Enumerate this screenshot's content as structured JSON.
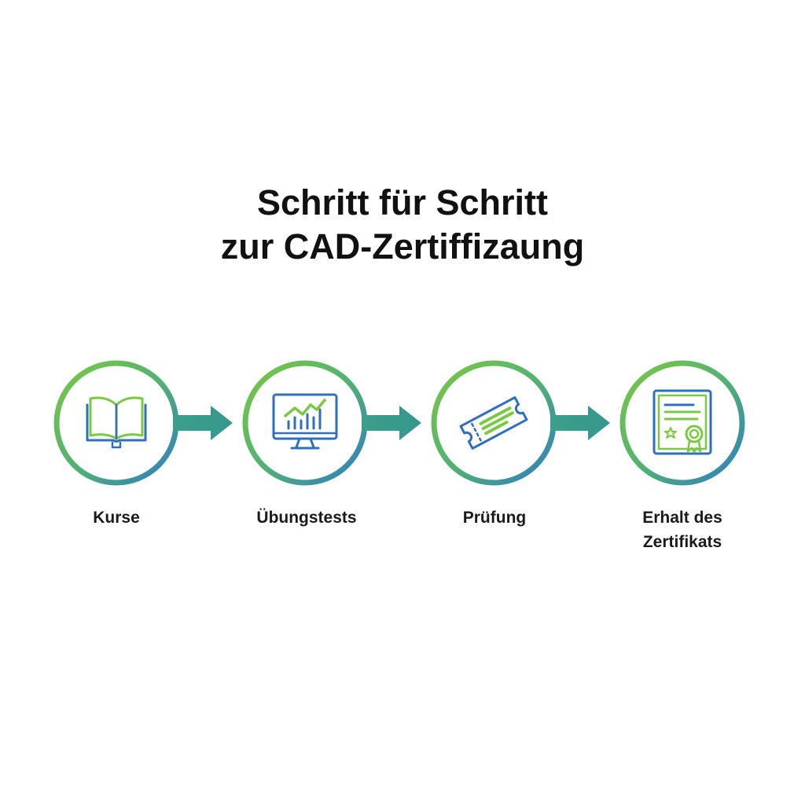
{
  "title": {
    "line1": "Schritt für Schritt",
    "line2": "zur CAD-Zertiffizaung"
  },
  "colors": {
    "gradient_start": "#7BC943",
    "gradient_end": "#2E7CC4",
    "arrow": "#3F9E8E",
    "icon_green": "#7BC943",
    "icon_blue": "#2E6FBF"
  },
  "steps": [
    {
      "label_line1": "Kurse",
      "label_line2": "",
      "icon": "open-book-icon"
    },
    {
      "label_line1": "Übungstests",
      "label_line2": "",
      "icon": "monitor-chart-icon"
    },
    {
      "label_line1": "Prüfung",
      "label_line2": "",
      "icon": "ticket-icon"
    },
    {
      "label_line1": "Erhalt des",
      "label_line2": "Zertifikats",
      "icon": "certificate-icon"
    }
  ]
}
